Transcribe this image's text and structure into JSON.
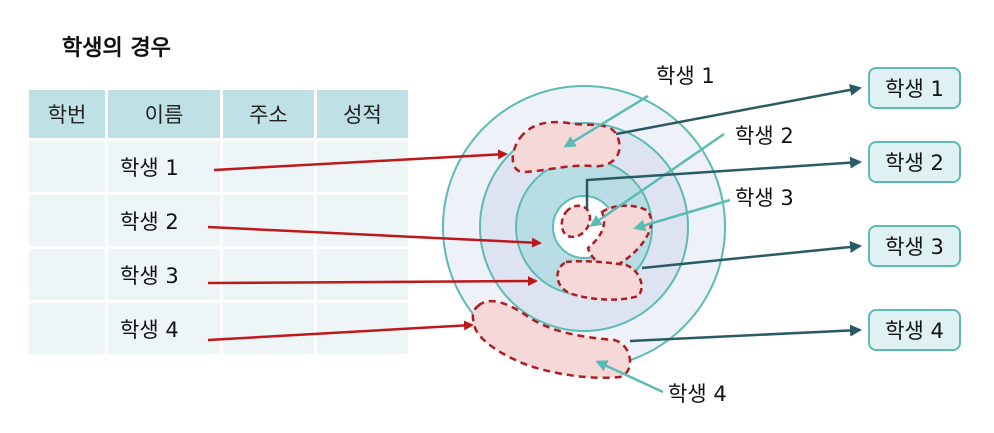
{
  "title": "학생의 경우",
  "table": {
    "headers": [
      "학번",
      "이름",
      "주소",
      "성적"
    ],
    "rows": [
      [
        "",
        "학생 1",
        "",
        ""
      ],
      [
        "",
        "학생 2",
        "",
        ""
      ],
      [
        "",
        "학생 3",
        "",
        ""
      ],
      [
        "",
        "학생 4",
        "",
        ""
      ]
    ]
  },
  "diagram": {
    "labels": [
      "학생 1",
      "학생 2",
      "학생 3",
      "학생 4"
    ]
  },
  "boxes": [
    "학생 1",
    "학생 2",
    "학생 3",
    "학생 4"
  ],
  "colors": {
    "header_fill": "#bfe1e5",
    "row_fill": "#edf5f6",
    "red_arrow": "#c0171c",
    "teal_arrow": "#5cbbb3",
    "dark_arrow": "#2a5a65",
    "ring_outer": "#eef1f7",
    "ring_middle": "#dde3f1",
    "ring_inner": "#b9dde4",
    "blob_fill": "#f6d8d8"
  }
}
